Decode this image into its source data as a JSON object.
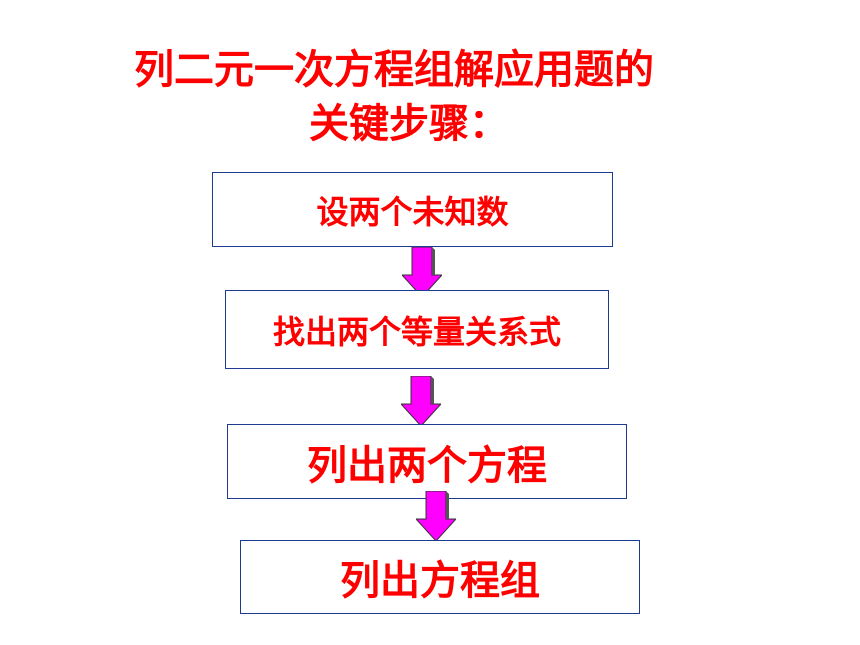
{
  "title": {
    "line1": "列二元一次方程组解应用题的",
    "line2": "关键步骤："
  },
  "steps": [
    {
      "label": "设两个未知数"
    },
    {
      "label": "找出两个等量关系式"
    },
    {
      "label": "列出两个方程"
    },
    {
      "label": "列出方程组"
    }
  ],
  "colors": {
    "text": "#ff0000",
    "box_border": "#1f3b8f",
    "arrow_fill": "#ff00ff",
    "arrow_edge": "#333333"
  },
  "icons": {
    "connector": "down-arrow-icon"
  }
}
